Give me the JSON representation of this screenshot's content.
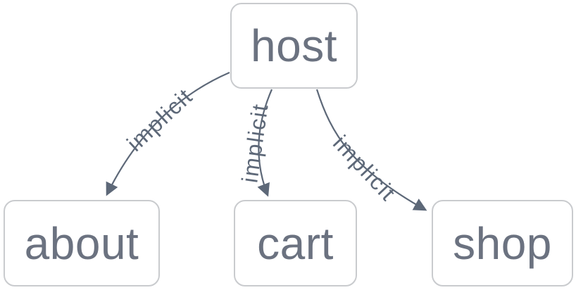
{
  "diagram": {
    "type": "flowchart-top-down",
    "nodes": [
      {
        "id": "host",
        "label": "host"
      },
      {
        "id": "about",
        "label": "about"
      },
      {
        "id": "cart",
        "label": "cart"
      },
      {
        "id": "shop",
        "label": "shop"
      }
    ],
    "edges": [
      {
        "from": "host",
        "to": "about",
        "label": "implicit"
      },
      {
        "from": "host",
        "to": "cart",
        "label": "implicit"
      },
      {
        "from": "host",
        "to": "shop",
        "label": "implicit"
      }
    ],
    "colors": {
      "background": "#ffffff",
      "node_fill": "#ffffff",
      "node_border": "#c9cbce",
      "node_text": "#6b7280",
      "edge_stroke": "#5d6878",
      "edge_label_text": "#5d6878"
    }
  }
}
